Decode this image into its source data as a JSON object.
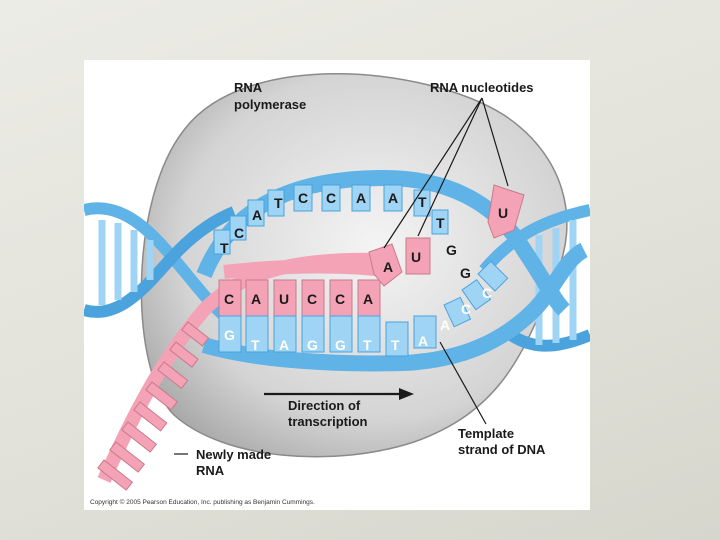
{
  "labels": {
    "rna_polymerase_1": "RNA",
    "rna_polymerase_2": "polymerase",
    "rna_nucleotides": "RNA nucleotides",
    "direction_1": "Direction of",
    "direction_2": "transcription",
    "template_1": "Template",
    "template_2": "strand of DNA",
    "newly_1": "Newly made",
    "newly_2": "RNA",
    "copyright": "Copyright © 2005 Pearson Education, Inc. publishing as Benjamin Cummings."
  },
  "bases": {
    "nontemplate": [
      "T",
      "C",
      "A",
      "T",
      "C",
      "C",
      "A",
      "A",
      "T",
      "T",
      "G",
      "G"
    ],
    "rna": [
      "C",
      "A",
      "U",
      "C",
      "C",
      "A"
    ],
    "template": [
      "G",
      "T",
      "A",
      "G",
      "G",
      "T",
      "T",
      "A",
      "A",
      "C",
      "C"
    ],
    "free_nucleotides": [
      "A",
      "U",
      "U"
    ]
  },
  "colors": {
    "dna_blue": "#5fb3e6",
    "dna_blue_light": "#9fd4f4",
    "rna_pink": "#f4a3b6",
    "polymerase_gray": "#c4c4c4"
  }
}
